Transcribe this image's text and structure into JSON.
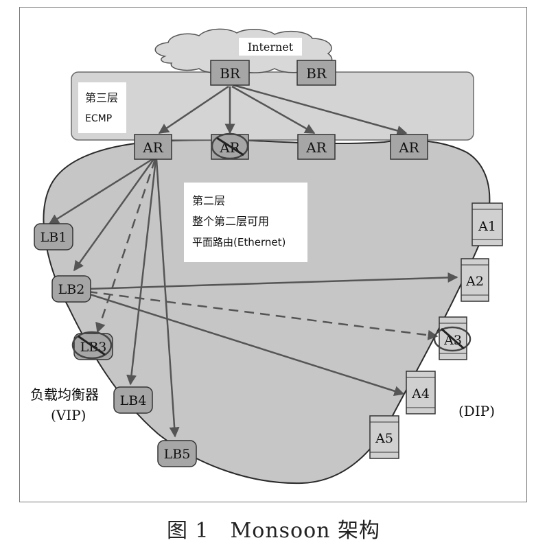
{
  "internet_label": "Internet",
  "layer3": {
    "title": "第三层",
    "subtitle": "ECMP"
  },
  "layer2": {
    "title": "第二层",
    "line1": "整个第二层可用",
    "line2": "平面路由(Ethernet)"
  },
  "border_routers": [
    "BR",
    "BR"
  ],
  "access_routers": [
    "AR",
    "AR",
    "AR",
    "AR"
  ],
  "load_balancers": [
    "LB1",
    "LB2",
    "LB3",
    "LB4",
    "LB5"
  ],
  "apps": [
    "A1",
    "A2",
    "A3",
    "A4",
    "A5"
  ],
  "lb_group_label": {
    "line1": "负载均衡器",
    "line2": "(VIP)"
  },
  "dip_label": "(DIP)",
  "caption": "图 1　Monsoon 架构",
  "colors": {
    "node_fill": "#a6a6a6",
    "region_fill": "#c6c6c6",
    "layer3_fill": "#d4d4d4",
    "arrow": "#555555"
  }
}
